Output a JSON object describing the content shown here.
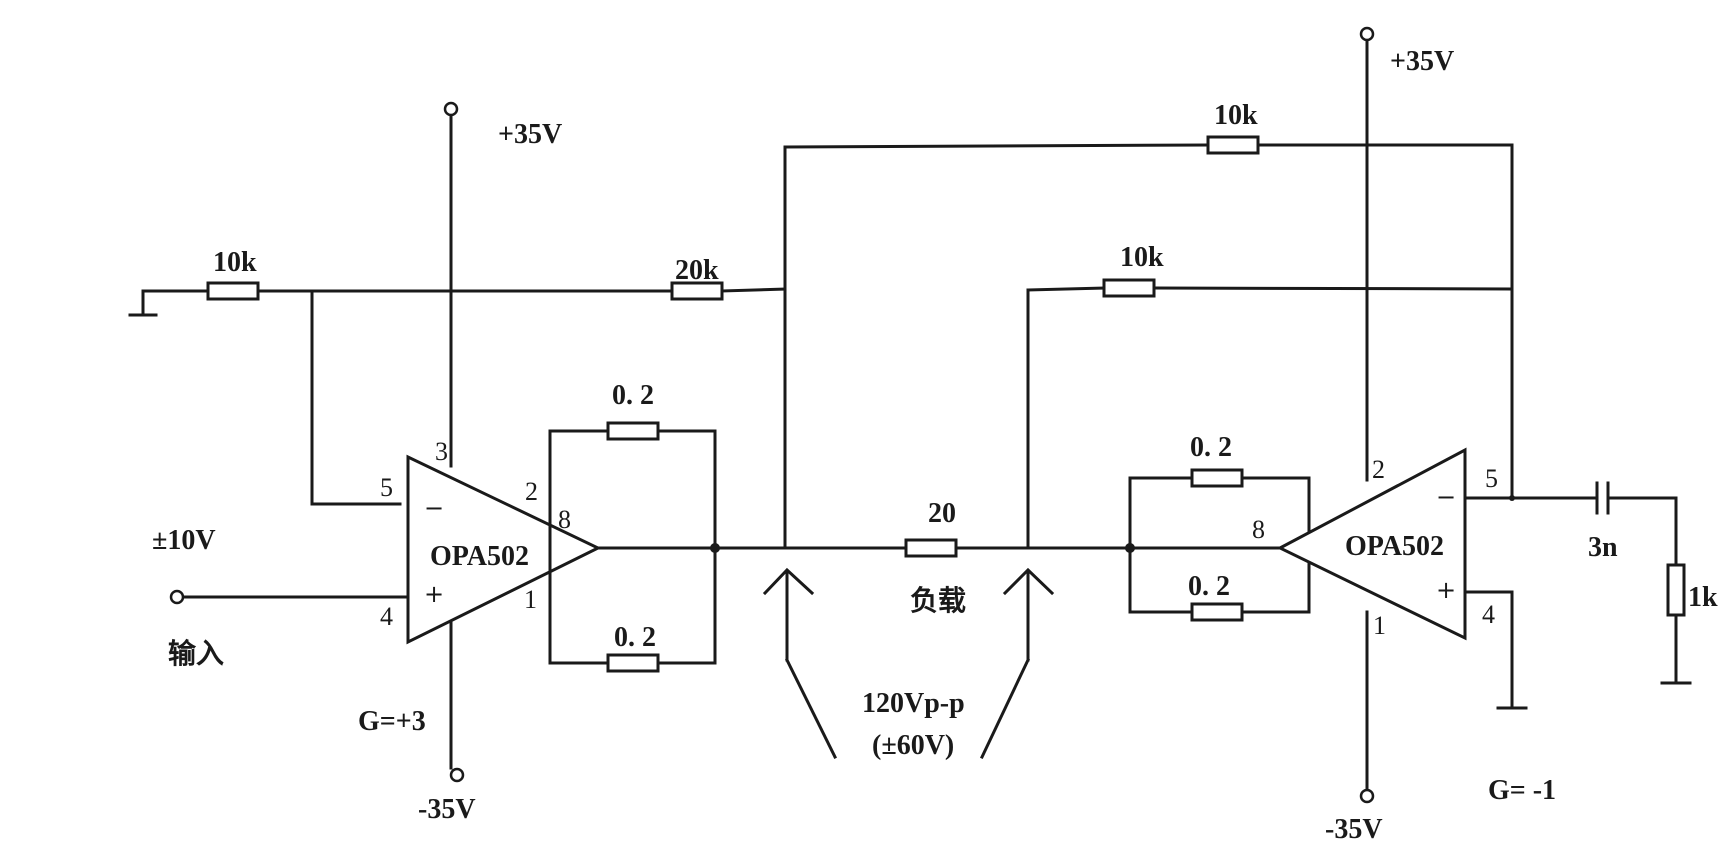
{
  "left_amp": {
    "name": "OPA502",
    "pins": {
      "supply_pos": "3",
      "out_a": "2",
      "out_b": "8",
      "inv": "5",
      "noninv": "4",
      "supply_neg": "1"
    },
    "inv_sign": "−",
    "noninv_sign": "+",
    "supply_pos": "+35V",
    "supply_neg": "-35V",
    "gain": "G=+3"
  },
  "right_amp": {
    "name": "OPA502",
    "pins": {
      "supply_pos": "2",
      "out": "8",
      "inv": "5",
      "noninv": "4",
      "supply_neg": "1"
    },
    "inv_sign": "−",
    "noninv_sign": "+",
    "supply_pos": "+35V",
    "supply_neg": "-35V",
    "gain": "G= -1"
  },
  "resistors": {
    "r_in": "10k",
    "r_fb_left": "20k",
    "r_fb_top": "10k",
    "r_fb_mid": "10k",
    "r_sense_left_top": "0. 2",
    "r_sense_left_bottom": "0. 2",
    "r_load": "20",
    "r_sense_right_top": "0. 2",
    "r_sense_right_bottom": "0. 2",
    "r_snubber": "1k"
  },
  "capacitor": {
    "c_snubber": "3n"
  },
  "input": {
    "voltage": "±10V",
    "label": "输入"
  },
  "load": {
    "label": "负载",
    "swing": "120Vp-p",
    "swing_peak": "(±60V)"
  }
}
